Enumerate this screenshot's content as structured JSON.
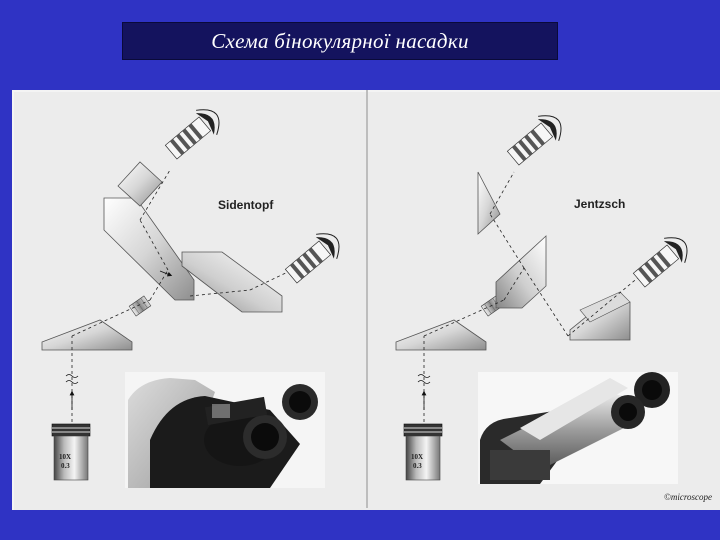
{
  "title": "Схема бінокулярної насадки",
  "diagrams": [
    {
      "name": "Sidentopf",
      "objective_magnification": "10X",
      "objective_na": "0.3"
    },
    {
      "name": "Jentzsch",
      "objective_magnification": "10X",
      "objective_na": "0.3"
    }
  ],
  "copyright": "©microscope",
  "colors": {
    "background": "#2f33c4",
    "title_bar": "#14135e",
    "panel": "#ececec"
  }
}
